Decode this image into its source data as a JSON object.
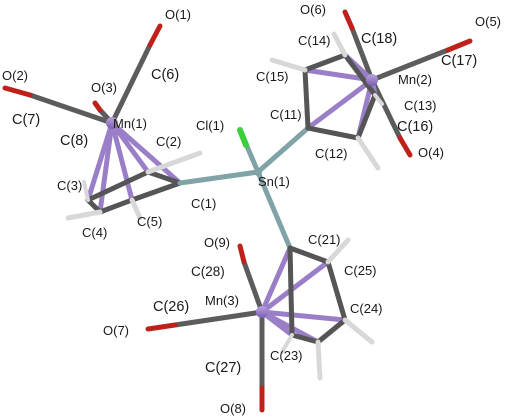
{
  "labels": {
    "O1": "O(1)",
    "O2": "O(2)",
    "O3": "O(3)",
    "C6": "C(6)",
    "C7": "C(7)",
    "C8": "C(8)",
    "Mn1": "Mn(1)",
    "C2": "C(2)",
    "C3": "C(3)",
    "C4": "C(4)",
    "C5": "C(5)",
    "C1": "C(1)",
    "Cl1": "Cl(1)",
    "Sn1": "Sn(1)",
    "C11": "C(11)",
    "C12": "C(12)",
    "C13": "C(13)",
    "C14": "C(14)",
    "C15": "C(15)",
    "C16": "C(16)",
    "C17": "C(17)",
    "C18": "C(18)",
    "Mn2": "Mn(2)",
    "O4": "O(4)",
    "O5": "O(5)",
    "O6": "O(6)",
    "O9": "O(9)",
    "C28": "C(28)",
    "C26": "C(26)",
    "Mn3": "Mn(3)",
    "O7": "O(7)",
    "C27": "C(27)",
    "O8": "O(8)",
    "C21": "C(21)",
    "C23": "C(23)",
    "C24": "C(24)",
    "C25": "C(25)"
  },
  "colors": {
    "carbon": "#6f6f6f",
    "oxygen": "#c0201a",
    "manganese": "#9a7fc8",
    "tin": "#7fa3a6",
    "chlorine": "#3ccf3c",
    "hydrogen": "#dcdcdc",
    "background": "#ffffff"
  }
}
